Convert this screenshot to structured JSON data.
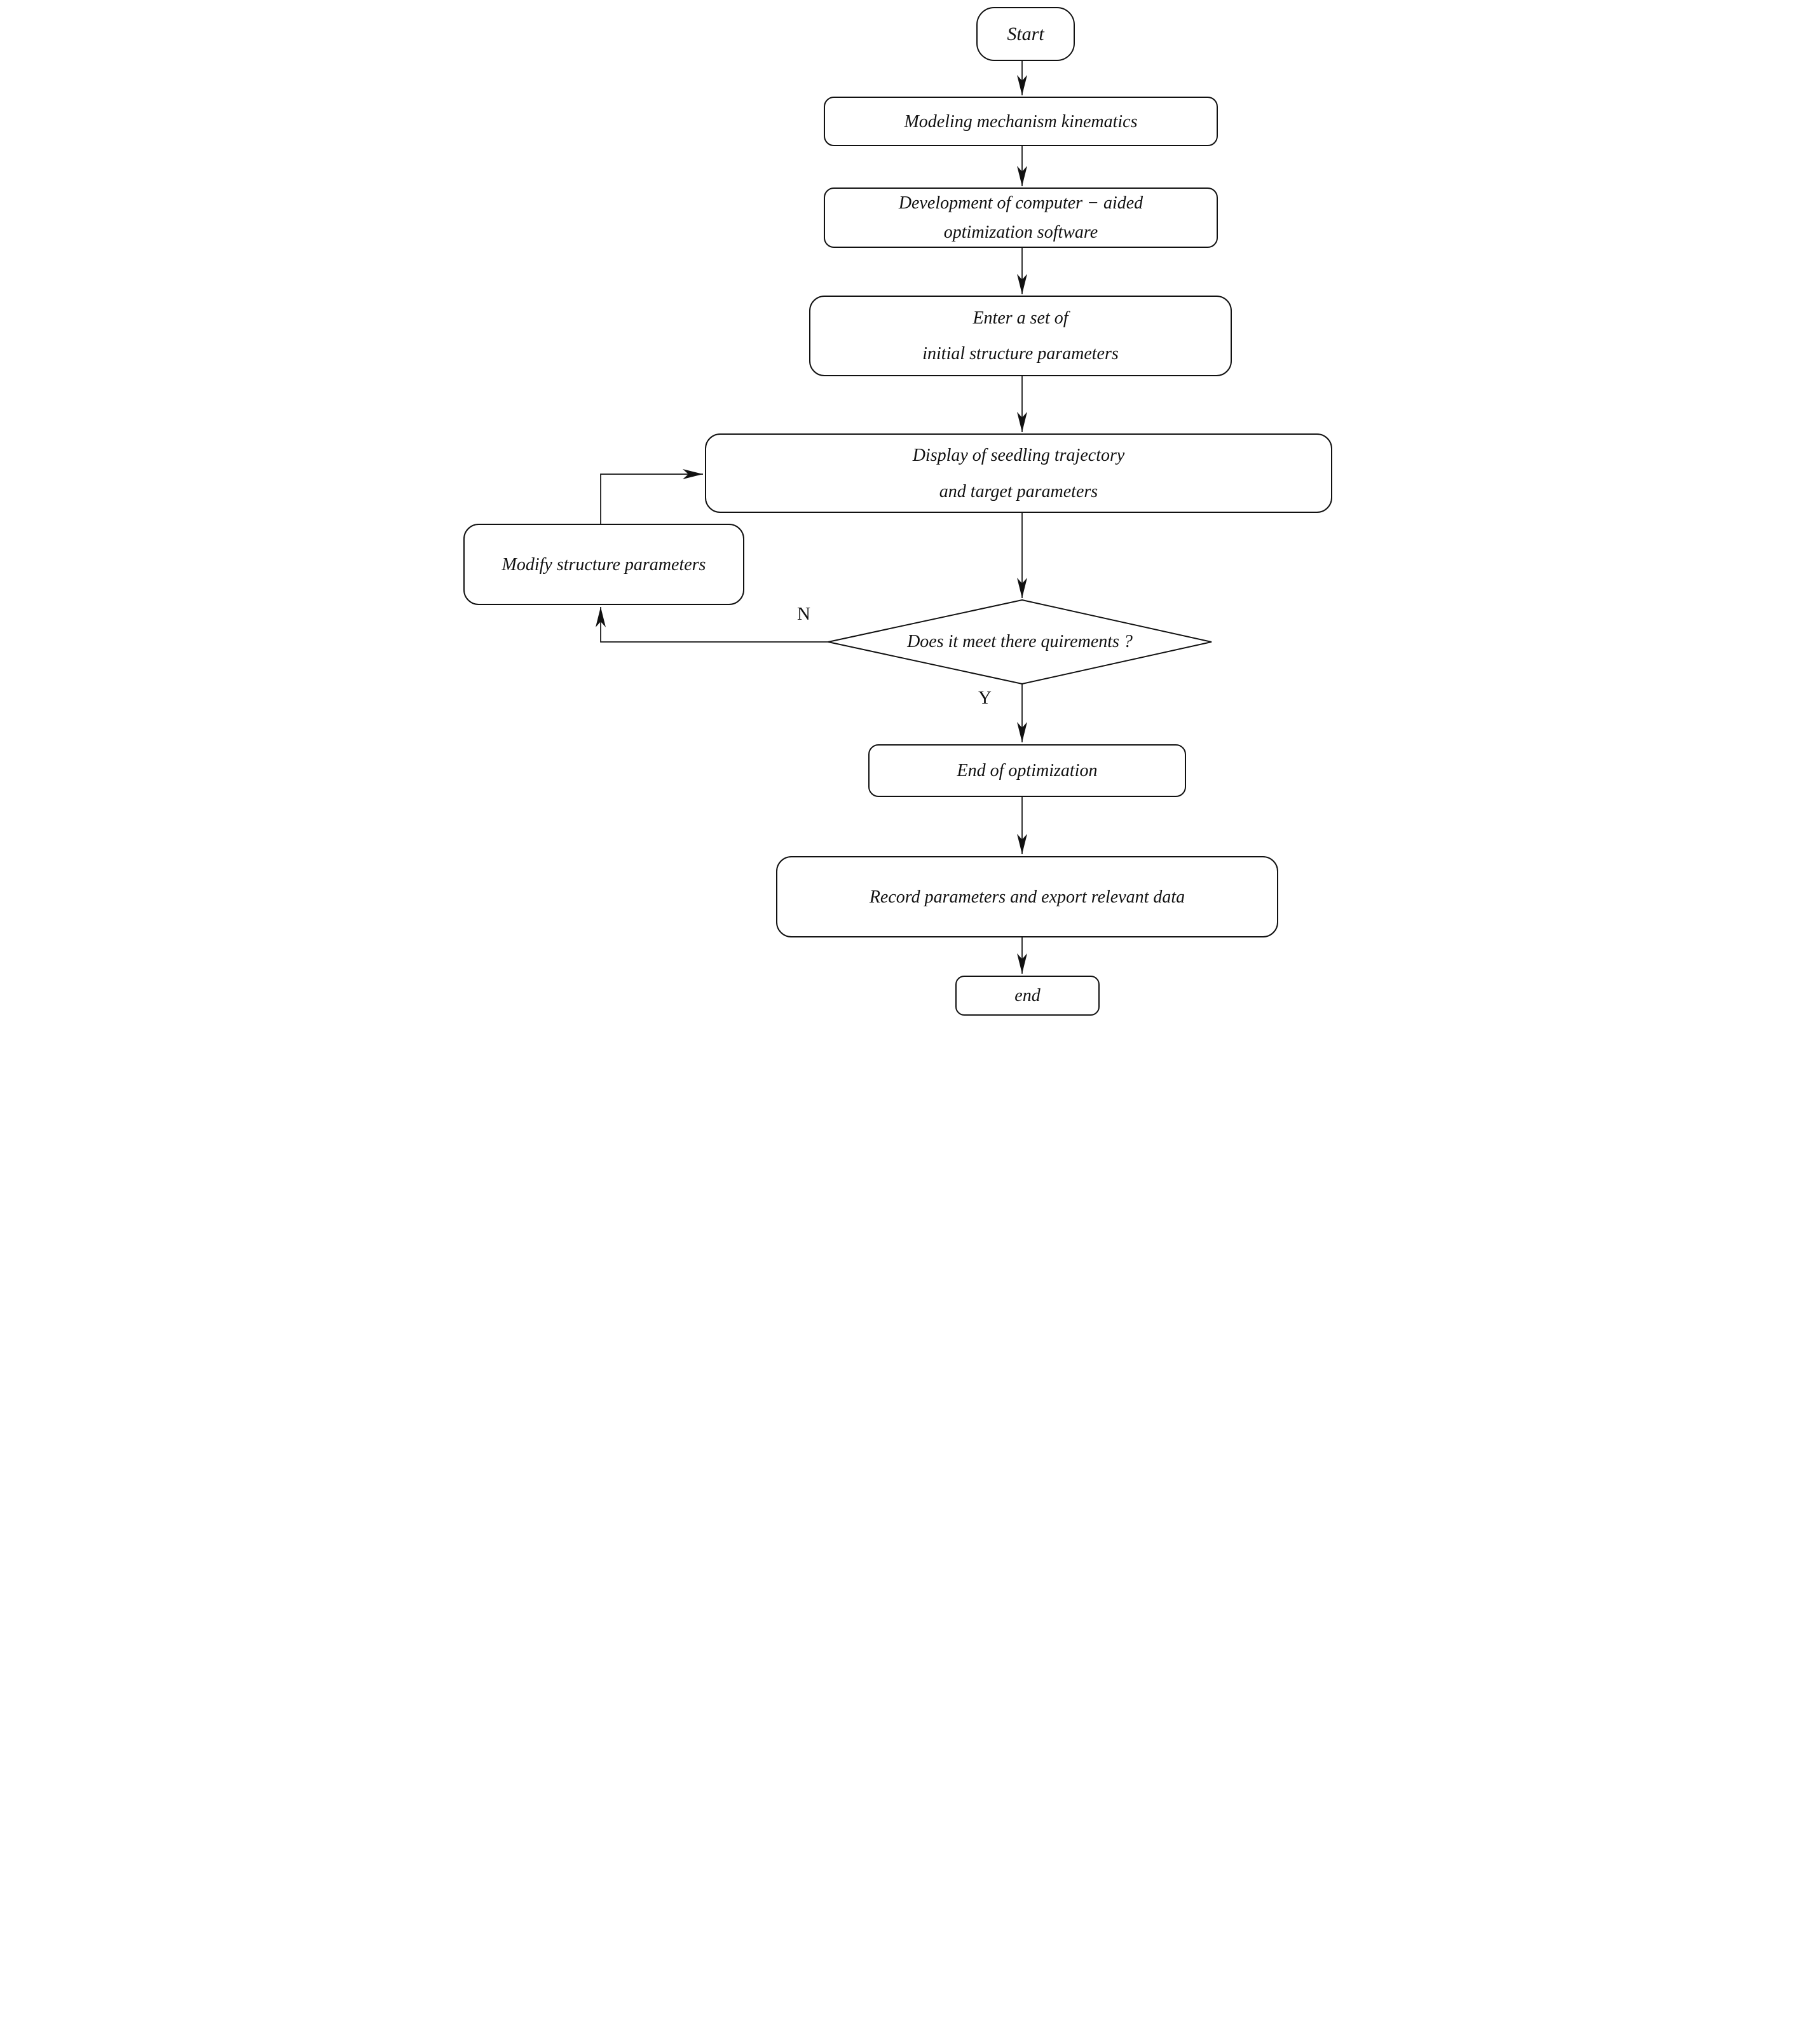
{
  "diagram": {
    "type": "flowchart",
    "colors": {
      "line": "#111111",
      "background": "#ffffff",
      "node_fill": "#ffffff"
    },
    "nodes": {
      "start": {
        "label": "Start"
      },
      "modeling": {
        "label": "Modeling mechanism kinematics"
      },
      "development": {
        "line1": "Development of computer − aided",
        "line2": "optimization software"
      },
      "enter": {
        "line1": "Enter a set of",
        "line2": "initial structure parameters"
      },
      "display": {
        "line1": "Display of seedling trajectory",
        "line2": "and target parameters"
      },
      "modify": {
        "label": "Modify structure parameters"
      },
      "decision": {
        "label": "Does it meet there quirements ?"
      },
      "end_opt": {
        "label": "End of optimization"
      },
      "record": {
        "label": "Record parameters and export relevant data"
      },
      "end": {
        "label": "end"
      }
    },
    "edges": {
      "no_label": "N",
      "yes_label": "Y"
    }
  }
}
